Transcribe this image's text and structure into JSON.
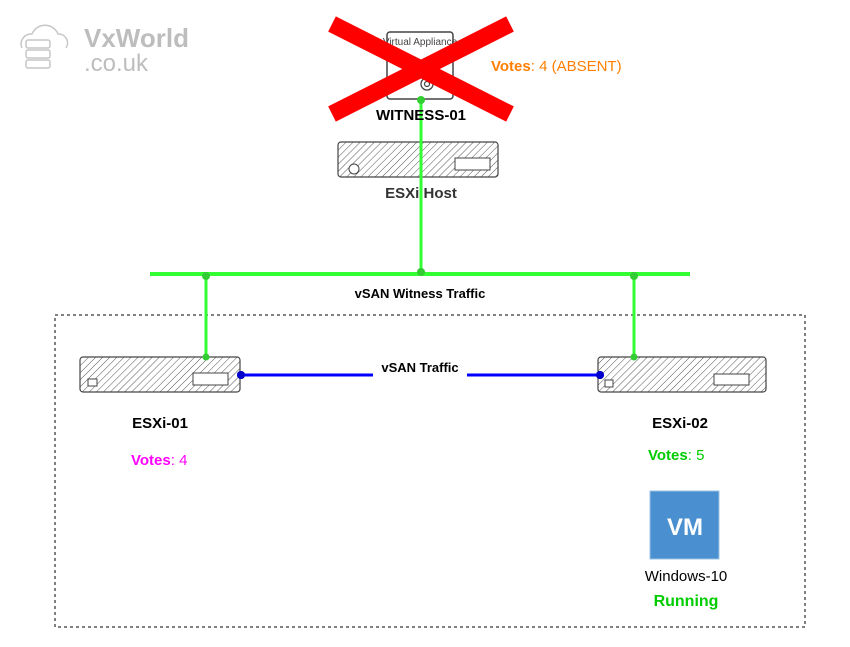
{
  "logo": {
    "name": "VxWorld",
    "domain": ".co.uk"
  },
  "witness": {
    "appliance_label": "Virtual Appliance",
    "name": "WITNESS-01",
    "votes_label": "Votes",
    "votes_value": ": 4 (ABSENT)",
    "status_color": "#ff7f00",
    "absent_mark_color": "#ff0000"
  },
  "witness_host": {
    "label": "ESXi Host"
  },
  "networks": {
    "witness_traffic": {
      "label": "vSAN Witness Traffic",
      "color": "#33ff33"
    },
    "vsan_traffic": {
      "label": "vSAN Traffic",
      "color": "#0000ff"
    }
  },
  "hosts": [
    {
      "name": "ESXi-01",
      "votes_label": "Votes",
      "votes_value": ": 4",
      "color": "#ff00ff"
    },
    {
      "name": "ESXi-02",
      "votes_label": "Votes",
      "votes_value": ": 5",
      "color": "#00cc00"
    }
  ],
  "vm": {
    "icon_text": "VM",
    "name": "Windows-10",
    "status": "Running",
    "icon_color": "#4a90d0",
    "status_color": "#00cc00"
  }
}
